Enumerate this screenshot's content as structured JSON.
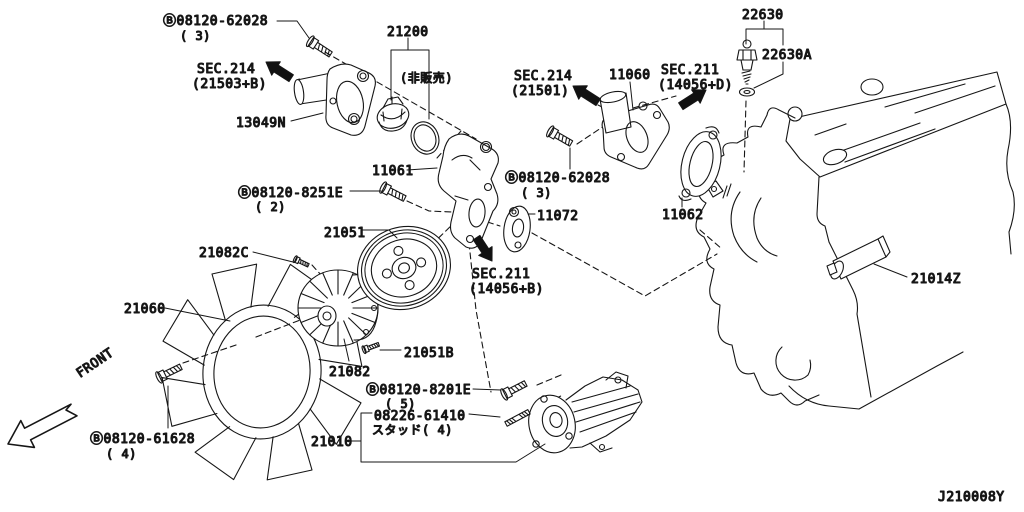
{
  "drawing_code": "J210008Y",
  "front_indicator": "FRONT",
  "colors": {
    "line": "#161616",
    "background": "#ffffff",
    "arrow_fill": "#111111"
  },
  "labels": {
    "b08120_62028_top": "Ⓑ08120-62028",
    "b08120_62028_top_qty": "( 3)",
    "p21200": "21200",
    "p21200_note": "(非販売)",
    "sec214_21503": "SEC.214",
    "sec214_21503_ref": "(21503+B)",
    "p13049n": "13049N",
    "sec214_21501": "SEC.214",
    "sec214_21501_ref": "(21501)",
    "p11060": "11060",
    "sec211_14056d": "SEC.211",
    "sec211_14056d_ref": "(14056+D)",
    "p22630": "22630",
    "p22630a": "22630A",
    "p11061": "11061",
    "b08120_8251e": "Ⓑ08120-8251E",
    "b08120_8251e_qty": "( 2)",
    "b08120_62028_mid": "Ⓑ08120-62028",
    "b08120_62028_mid_qty": "( 3)",
    "p11072": "11072",
    "p11062": "11062",
    "p21051": "21051",
    "p21082c": "21082C",
    "sec211_14056b": "SEC.211",
    "sec211_14056b_ref": "(14056+B)",
    "p21060": "21060",
    "p21082": "21082",
    "p21051b": "21051B",
    "b08120_8201e": "Ⓑ08120-8201E",
    "b08120_8201e_qty": "( 5)",
    "p08226_61410": "08226-61410",
    "p08226_61410_note": "スタッド( 4)",
    "p21010": "21010",
    "b08120_61628": "Ⓑ08120-61628",
    "b08120_61628_qty": "( 4)",
    "p21014z": "21014Z",
    "front": "FRONT",
    "drawing_code": "J210008Y"
  }
}
